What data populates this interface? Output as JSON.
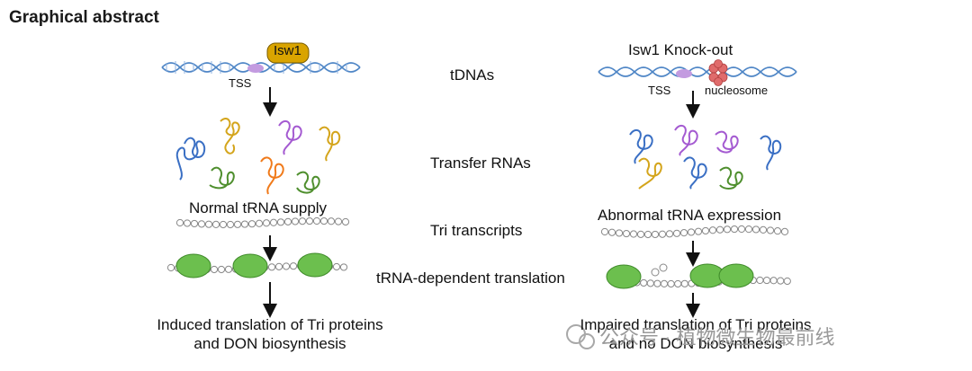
{
  "title": "Graphical abstract",
  "left": {
    "protein": "Isw1",
    "tss": "TSS",
    "supply": "Normal tRNA supply",
    "caption_line1": "Induced translation of Tri proteins",
    "caption_line2": "and DON biosynthesis"
  },
  "right": {
    "header": "Isw1 Knock-out",
    "tss": "TSS",
    "nucleosome": "nucleosome",
    "expression": "Abnormal tRNA expression",
    "caption_line1": "Impaired translation of Tri proteins",
    "caption_line2": "and no DON biosynthesis"
  },
  "middle": {
    "tdnas": "tDNAs",
    "transfer_rnas": "Transfer RNAs",
    "tri_transcripts": "Tri transcripts",
    "translation": "tRNA-dependent translation"
  },
  "watermark": "公众号 · 植物微生物最前线",
  "colors": {
    "dna": "#4f86c6",
    "isw1": "#d9a400",
    "tss": "#c39be0",
    "nucleosome": "#e06b6b",
    "ribosome": "#6cbf4e",
    "trna_blue": "#3a6fc4",
    "trna_gold": "#d4a51c",
    "trna_purple": "#a45ad1",
    "trna_green": "#4f8f2e",
    "trna_orange": "#f07a1a"
  }
}
